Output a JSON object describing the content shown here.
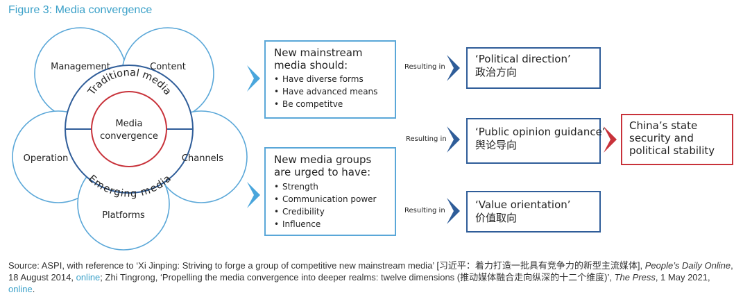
{
  "figure_title": "Figure 3: Media convergence",
  "petals": {
    "management": "Management",
    "content": "Content",
    "operation": "Operation",
    "channels": "Channels",
    "platforms": "Platforms"
  },
  "center": {
    "line1": "Media",
    "line2": "convergence",
    "top_arc": "Traditional media",
    "bottom_arc": "Emerging media"
  },
  "box_mainstream": {
    "line1": "New mainstream",
    "line2": "media should:",
    "bullets": [
      "Have diverse forms",
      "Have advanced means",
      "Be competitve"
    ]
  },
  "box_groups": {
    "line1": "New media groups",
    "line2": "are urged to have:",
    "bullets": [
      "Strength",
      "Communication power",
      "Credibility",
      "Influence"
    ]
  },
  "resulting_in": "Resulting in",
  "outcomes": [
    {
      "en": "‘Political direction’",
      "zh": "政治方向"
    },
    {
      "en": "‘Public opinion guidance’",
      "zh": "舆论导向"
    },
    {
      "en": "‘Value orientation’",
      "zh": "价值取向"
    }
  ],
  "final_box": {
    "line1": "China’s state",
    "line2": "security and",
    "line3": "political stability"
  },
  "source": {
    "prefix": "Source: ASPI, with reference to ‘Xi Jinping: Striving to forge a group of competitive new mainstream media’ [习近平：着力打造一批具有竞争力的新型主流媒体], ",
    "pub1": "People’s Daily Online",
    "mid1": ", 18 August 2014, ",
    "link1": "online",
    "mid2": "; Zhi Tingrong, ‘Propelling the media convergence into deeper realms: twelve dimensions (推动媒体融合走向纵深的十二个维度)’, ",
    "pub2": "The Press",
    "mid3": ", 1 May 2021, ",
    "link2": "online",
    "end": "."
  },
  "colors": {
    "accent_blue": "#3aa0c8",
    "box_blue": "#5aa7d8",
    "navy": "#2f5d99",
    "red": "#c8323a"
  }
}
